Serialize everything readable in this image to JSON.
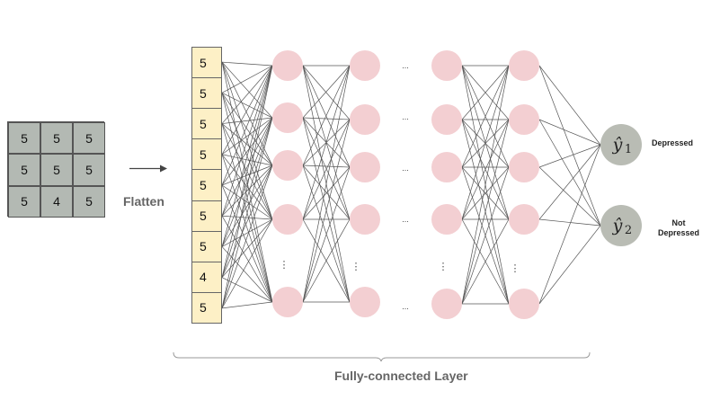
{
  "input_matrix": [
    [
      "5",
      "5",
      "5"
    ],
    [
      "5",
      "5",
      "5"
    ],
    [
      "5",
      "4",
      "5"
    ]
  ],
  "flatten_label": "Flatten",
  "flattened_values": [
    "5",
    "5",
    "5",
    "5",
    "5",
    "5",
    "5",
    "4",
    "5"
  ],
  "hidden_ellipsis": "...",
  "vertical_ellipsis": "⋮",
  "outputs": [
    {
      "symbol": "ŷ",
      "subscript": "1",
      "label": "Depressed"
    },
    {
      "symbol": "ŷ",
      "subscript": "2",
      "label_lines": [
        "Not",
        "Depressed"
      ]
    }
  ],
  "fc_label": "Fully-connected Layer",
  "colors": {
    "matrix_cell": "#b3b9b3",
    "flat_cell": "#fdf0c6",
    "neuron": "#f3cfd2",
    "output_node": "#b9bcb4",
    "edge": "#555555"
  }
}
